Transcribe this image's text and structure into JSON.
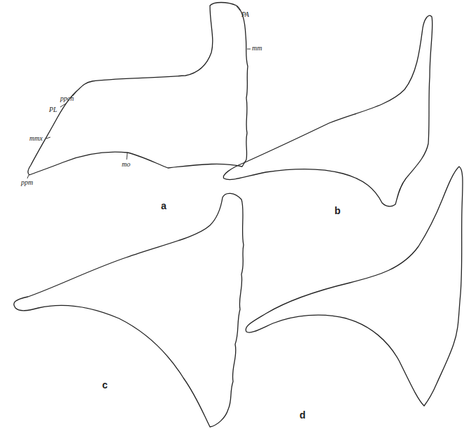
{
  "diagram": {
    "labels": [
      "PA",
      "mm",
      "ppch",
      "PL",
      "mmx",
      "ppm",
      "mo",
      "a",
      "b",
      "c",
      "d"
    ]
  }
}
